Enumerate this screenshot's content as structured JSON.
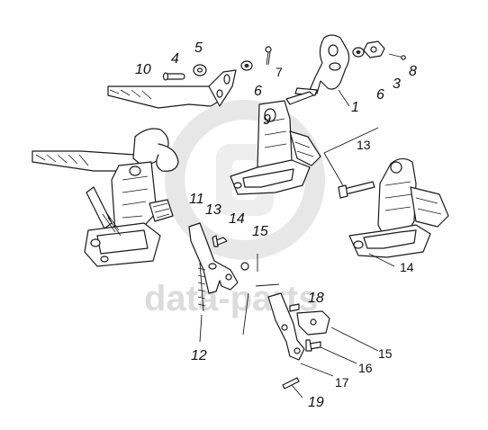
{
  "callouts": {
    "n1": "1",
    "n3": "3",
    "n4": "4",
    "n5": "5",
    "n6a": "6",
    "n6b": "6",
    "n7": "7",
    "n8": "8",
    "n9": "9",
    "n10": "10",
    "n11": "11",
    "n12": "12",
    "n13a": "13",
    "n13b": "13",
    "n14a": "14",
    "n14b": "14",
    "n15a": "15",
    "n15b": "15",
    "n16": "16",
    "n17": "17",
    "n18": "18",
    "n19": "19"
  },
  "watermark": {
    "text": "data-parts"
  }
}
